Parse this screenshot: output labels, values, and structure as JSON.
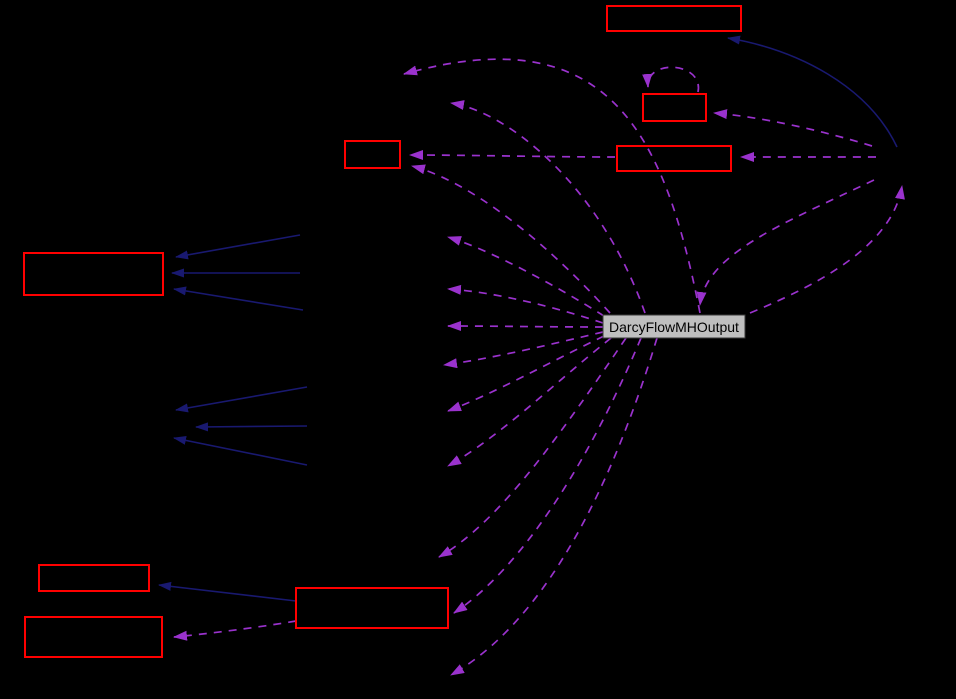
{
  "window": {
    "background_color": "#000000"
  },
  "diagram": {
    "type": "collaboration-graph",
    "center_node": {
      "label": "DarcyFlowMHOutput",
      "fill": "#bfbfbf",
      "text_color": "#000000"
    },
    "link_node_border_color": "#ff0000",
    "edge_styles": {
      "usage": {
        "color": "#9a32cd",
        "pattern": "dashed"
      },
      "inheritance": {
        "color": "#191970",
        "pattern": "solid"
      }
    },
    "counts": {
      "red_link_nodes": 8,
      "usage_edges": 19,
      "inheritance_edges": 8,
      "self_loops": 1
    }
  }
}
